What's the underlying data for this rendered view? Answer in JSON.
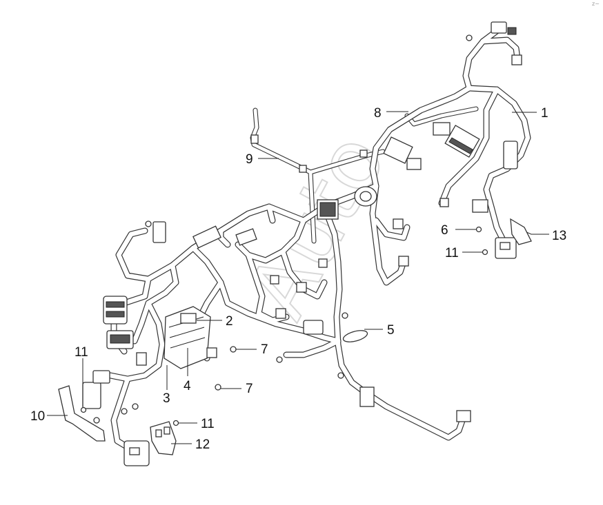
{
  "callouts": {
    "c1": "1",
    "c2": "2",
    "c3": "3",
    "c4": "4",
    "c5": "5",
    "c6": "6",
    "c7a": "7",
    "c7b": "7",
    "c8": "8",
    "c9": "9",
    "c10": "10",
    "c11a": "11",
    "c11b": "11",
    "c11c": "11",
    "c12": "12",
    "c13": "13"
  },
  "watermark": "Auto",
  "corner_mark": "z~"
}
